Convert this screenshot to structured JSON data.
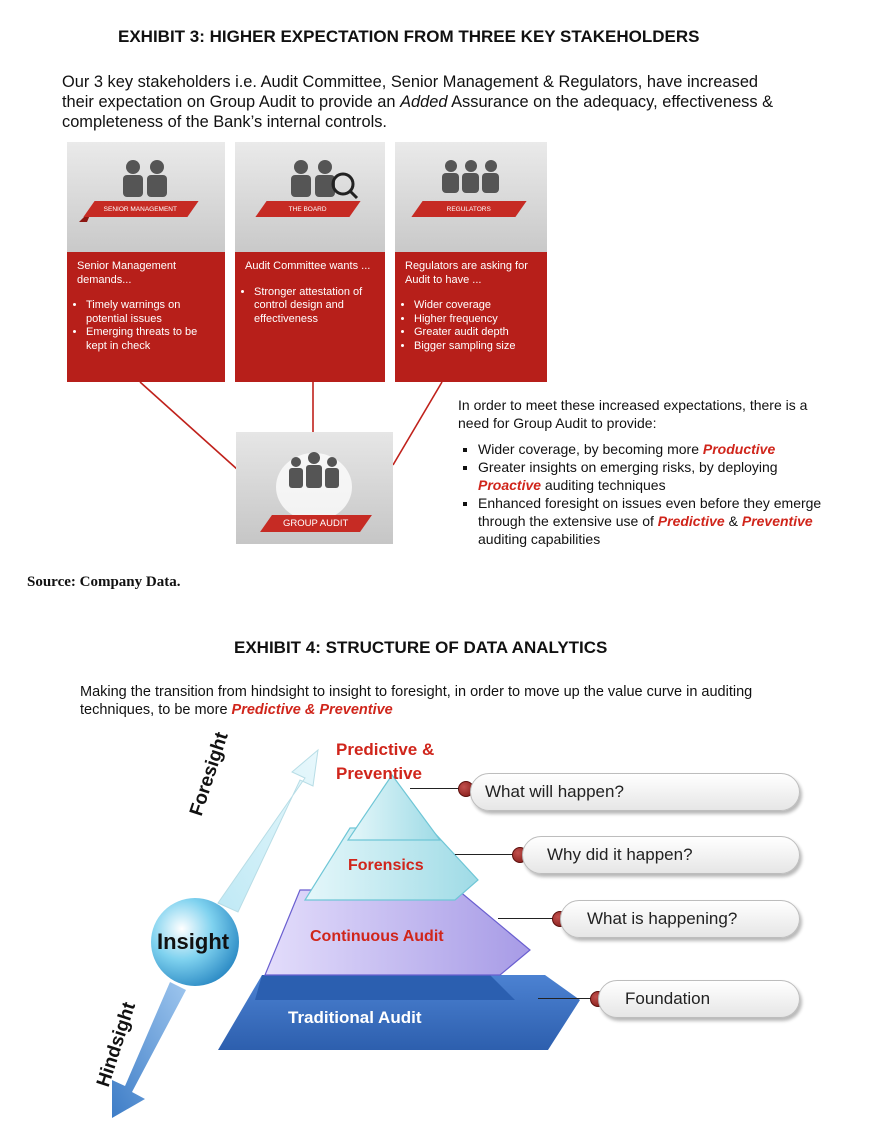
{
  "exhibit3": {
    "title": "EXHIBIT 3: HIGHER EXPECTATION FROM THREE KEY STAKEHOLDERS",
    "intro_before": "Our 3 key stakeholders i.e. Audit Committee, Senior Management & Regulators, have increased their expectation on Group Audit to provide an ",
    "intro_italic": "Added",
    "intro_after": " Assurance on the adequacy, effectiveness & completeness of the Bank’s internal controls.",
    "panels": [
      {
        "banner": "SENIOR MANAGEMENT",
        "lead": "Senior Management demands...",
        "items": [
          "Timely warnings on potential issues",
          "Emerging threats to be kept in check"
        ]
      },
      {
        "banner": "THE BOARD",
        "lead": "Audit Committee wants ...",
        "items": [
          "Stronger attestation of control design and effectiveness"
        ]
      },
      {
        "banner": "REGULATORS",
        "lead": "Regulators are asking for Audit to have ...",
        "items": [
          "Wider coverage",
          "Higher frequency",
          "Greater audit depth",
          "Bigger sampling size"
        ]
      }
    ],
    "group_audit_label": "GROUP AUDIT",
    "need_intro": "In order to meet these increased expectations, there is a need for Group Audit to provide:",
    "need_items": [
      {
        "before": "Wider coverage, by becoming more ",
        "em": "Productive",
        "after": ""
      },
      {
        "before": "Greater insights on emerging risks, by deploying ",
        "em": "Proactive",
        "after": " auditing techniques"
      },
      {
        "before": "Enhanced foresight on issues even before they emerge through the extensive use of ",
        "em": "Predictive",
        "after": " & ",
        "em2": "Preventive",
        "after2": " auditing capabilities"
      }
    ],
    "source": "Source: Company Data."
  },
  "exhibit4": {
    "title": "EXHIBIT 4: STRUCTURE OF DATA ANALYTICS",
    "intro_before": "Making the transition from hindsight to insight to foresight, in order to move up the value curve in auditing techniques, to be more ",
    "intro_em": "Predictive & Preventive",
    "arrows": {
      "foresight": "Foresight",
      "hindsight": "Hindsight",
      "insight": "Insight"
    },
    "levels": {
      "top_line1": "Predictive &",
      "top_line2": "Preventive",
      "forensics": "Forensics",
      "continuous": "Continuous Audit",
      "traditional": "Traditional Audit"
    },
    "questions": [
      "What will happen?",
      "Why did it happen?",
      "What is happening?",
      "Foundation"
    ],
    "colors": {
      "accent_red": "#b71f1a",
      "label_red": "#d0251b",
      "pyramid_blue": "#3a6fc0",
      "purple": "#c9c2f0",
      "cyan": "#cdeef4"
    }
  }
}
